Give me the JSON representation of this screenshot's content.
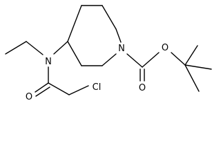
{
  "molecule": {
    "atoms": [
      {
        "id": "n-ring",
        "symbol": "N"
      },
      {
        "id": "n-amine",
        "symbol": "N"
      },
      {
        "id": "o-ester",
        "symbol": "O"
      },
      {
        "id": "o-carbonyl-carbamate",
        "symbol": "O"
      },
      {
        "id": "o-carbonyl-amide",
        "symbol": "O"
      },
      {
        "id": "cl",
        "symbol": "Cl"
      }
    ]
  },
  "colors": {
    "bond": "#000000",
    "label": "#000000",
    "background": "#ffffff"
  }
}
